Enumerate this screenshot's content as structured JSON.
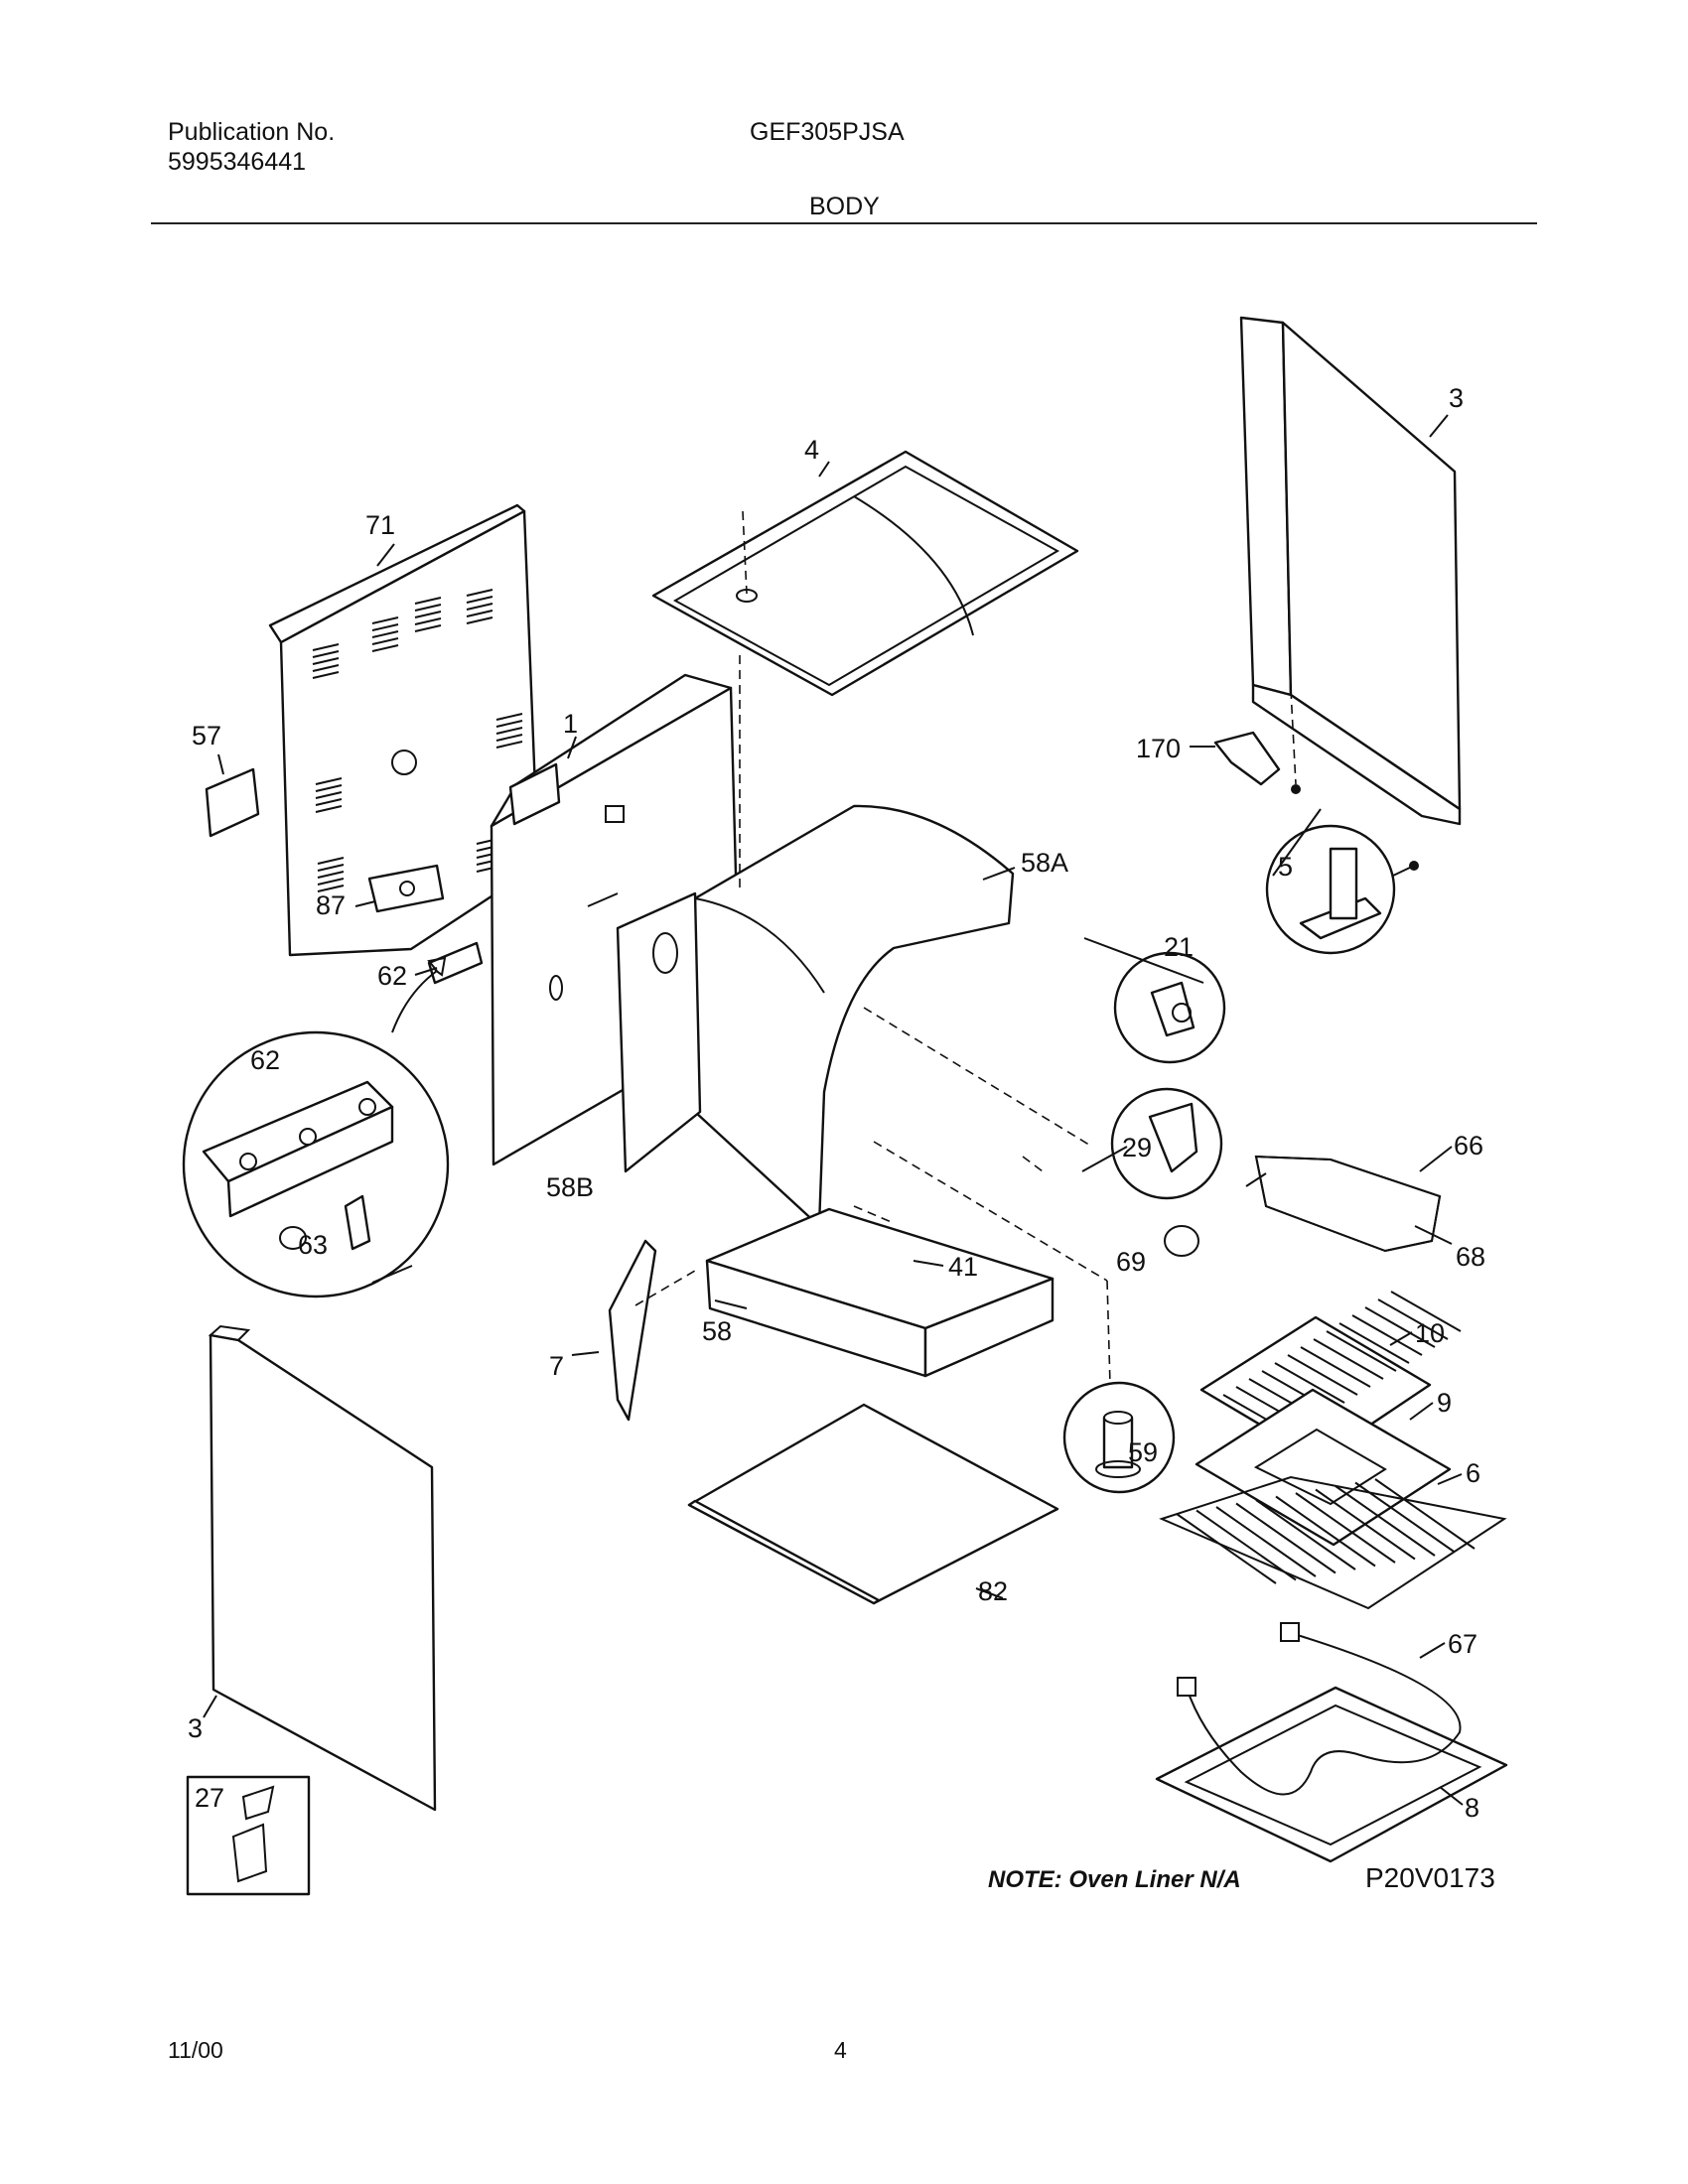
{
  "header": {
    "publication_label": "Publication No.",
    "publication_number": "5995346441",
    "model": "GEF305PJSA",
    "section_title": "BODY"
  },
  "callouts": {
    "p1": "1",
    "p3a": "3",
    "p3b": "3",
    "p4": "4",
    "p5": "5",
    "p6": "6",
    "p7": "7",
    "p8": "8",
    "p9": "9",
    "p10": "10",
    "p21": "21",
    "p27": "27",
    "p29": "29",
    "p41": "41",
    "p57": "57",
    "p58": "58",
    "p58a": "58A",
    "p58b": "58B",
    "p59": "59",
    "p62a": "62",
    "p62b": "62",
    "p63": "63",
    "p66": "66",
    "p67": "67",
    "p68": "68",
    "p69": "69",
    "p71": "71",
    "p82": "82",
    "p87": "87",
    "p170": "170"
  },
  "note": "NOTE:  Oven Liner N/A",
  "drawing_code": "P20V0173",
  "footer": {
    "date": "11/00",
    "page": "4"
  }
}
